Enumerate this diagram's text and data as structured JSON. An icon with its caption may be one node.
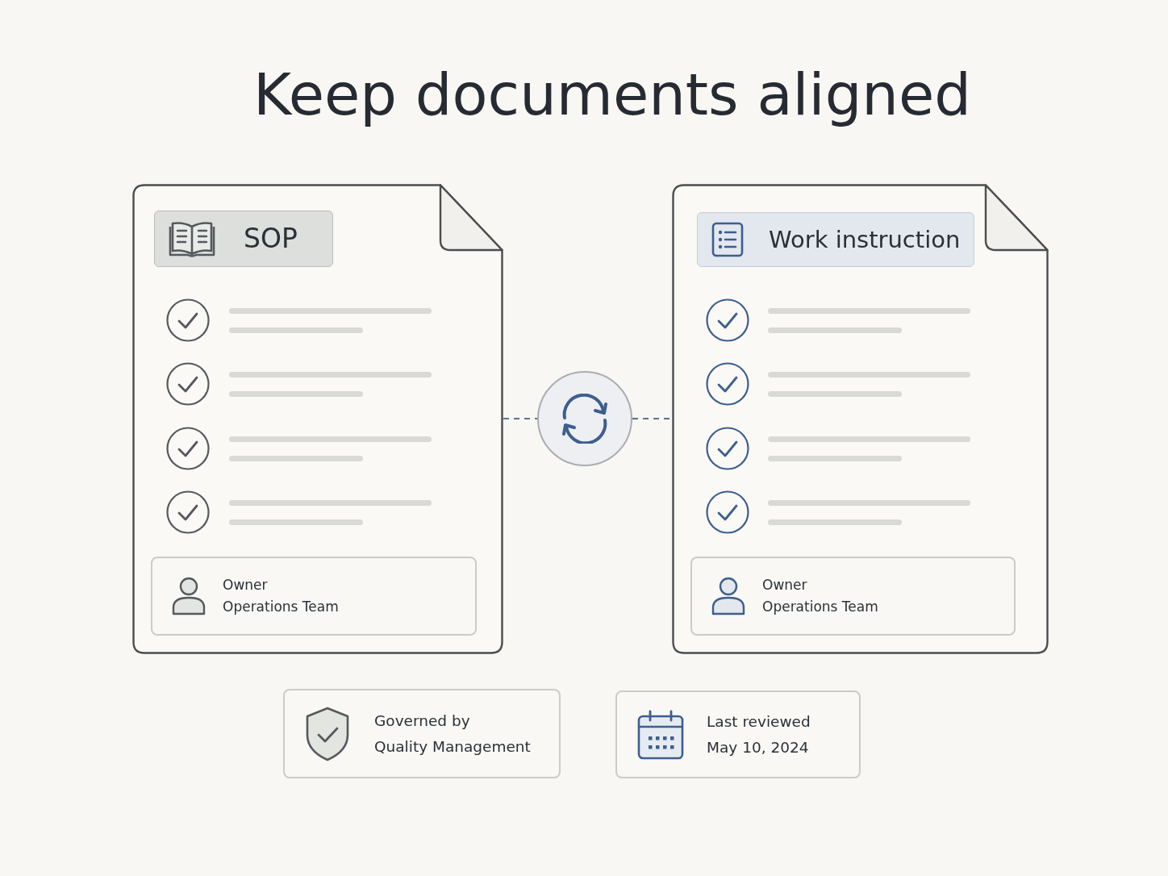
{
  "diagram": {
    "title": "Keep documents aligned",
    "nodes": [
      {
        "text": [],
        "shape": "document"
      },
      {
        "text": [
          "SOP"
        ],
        "in": 0
      },
      {
        "text": [
          "Owner",
          "Operations Team"
        ],
        "in": 0
      },
      {
        "text": [],
        "shape": "circle"
      },
      {
        "text": [],
        "shape": "document"
      },
      {
        "text": [
          "Work instruction"
        ],
        "in": 4
      },
      {
        "text": [
          "Owner",
          "Operations Team"
        ],
        "in": 4
      },
      {
        "text": [
          "Governed by",
          "Quality Management"
        ]
      },
      {
        "text": [
          "Last reviewed",
          "May 10, 2024"
        ]
      }
    ],
    "edges": [
      {
        "from": 0,
        "to": 3,
        "arrow": "none",
        "style": "dashed"
      },
      {
        "from": 3,
        "to": 4,
        "arrow": "none",
        "style": "dashed"
      }
    ]
  }
}
